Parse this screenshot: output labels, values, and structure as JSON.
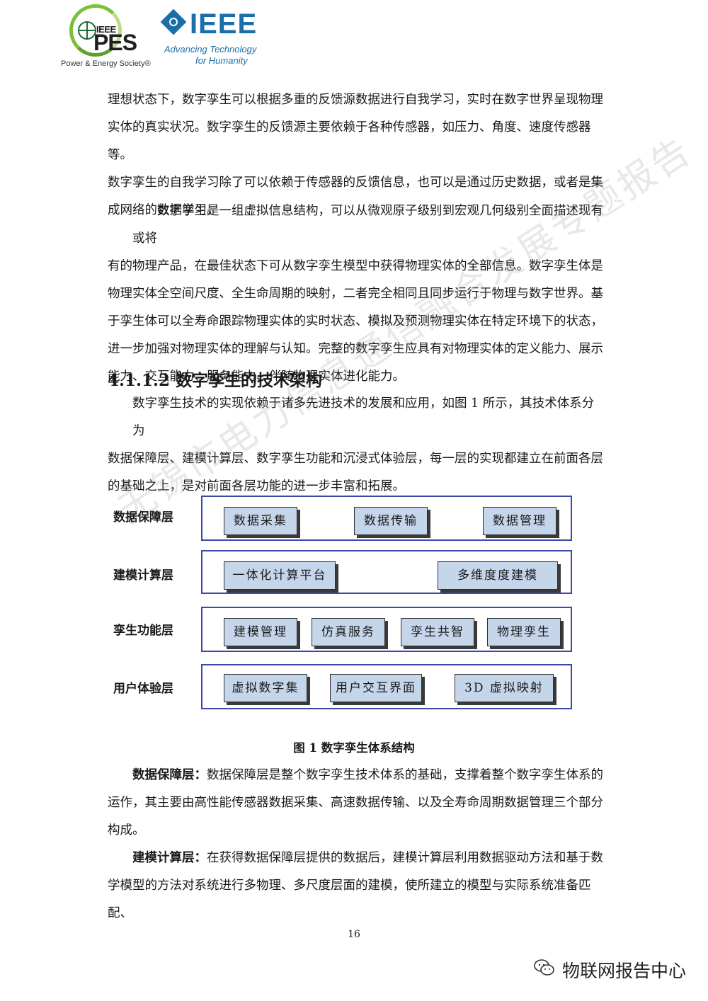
{
  "header": {
    "pes_logo": {
      "ieee_text": "IEEE",
      "pes_text": "PES",
      "society": "Power & Energy Society®"
    },
    "ieee_logo": {
      "word": "IEEE",
      "tagline_line1": "Advancing Technology",
      "tagline_line2": "for Humanity"
    }
  },
  "paragraphs": {
    "p1_lines": [
      "理想状态下，数字孪生可以根据多重的反馈源数据进行自我学习，实时在数字世界呈现物理",
      "实体的真实状况。数字孪生的反馈源主要依赖于各种传感器，如压力、角度、速度传感器等。",
      "数字孪生的自我学习除了可以依赖于传感器的反馈信息，也可以是通过历史数据，或者是集",
      "成网络的数据学习。"
    ],
    "p2_lines": [
      "数字孪生是一组虚拟信息结构，可以从微观原子级别到宏观几何级别全面描述现有或将",
      "有的物理产品，在最佳状态下可从数字孪生模型中获得物理实体的全部信息。数字孪生体是",
      "物理实体全空间尺度、全生命周期的映射，二者完全相同且同步运行于物理与数字世界。基",
      "于孪生体可以全寿命跟踪物理实体的实时状态、模拟及预测物理实体在特定环境下的状态，",
      "进一步加强对物理实体的理解与认知。完整的数字孪生应具有对物理实体的定义能力、展示",
      "能力、交互能力、服务能力、伴随物理实体进化能力。"
    ]
  },
  "section_heading": "4.1.1.2 数字孪生的技术架构",
  "intro_lines": [
    "数字孪生技术的实现依赖于诸多先进技术的发展和应用，如图 1 所示，其技术体系分为",
    "数据保障层、建模计算层、数字孪生功能和沉浸式体验层，每一层的实现都建立在前面各层",
    "的基础之上，是对前面各层功能的进一步丰富和拓展。"
  ],
  "diagram": {
    "layers": [
      {
        "label": "数据保障层",
        "items": [
          "数据采集",
          "数据传输",
          "数据管理"
        ]
      },
      {
        "label": "建模计算层",
        "items": [
          "一体化计算平台",
          "多维度度建模"
        ]
      },
      {
        "label": "孪生功能层",
        "items": [
          "建模管理",
          "仿真服务",
          "孪生共智",
          "物理孪生"
        ]
      },
      {
        "label": "用户体验层",
        "items": [
          "虚拟数字集",
          "用户交互界面",
          "3D 虚拟映射"
        ]
      }
    ],
    "caption": "图 1  数字孪生体系结构"
  },
  "descriptions": {
    "data_layer_term": "数据保障层：",
    "data_layer_lines": [
      "数据保障层是整个数字孪生技术体系的基础，支撑着整个数字孪生体系的",
      "运作，其主要由高性能传感器数据采集、高速数据传输、以及全寿命周期数据管理三个部分",
      "构成。"
    ],
    "model_layer_term": "建模计算层：",
    "model_layer_lines": [
      "在获得数据保障层提供的数据后，建模计算层利用数据驱动方法和基于数",
      "学模型的方法对系统进行多物理、多尺度层面的建模，使所建立的模型与实际系统准备匹配、"
    ]
  },
  "watermark": "无锡市电力信息通信融合发展专题报告",
  "page_number": "16",
  "wechat_source": "物联网报告中心",
  "colors": {
    "layer_border": "#3d49a8",
    "item_fill": "#c5d5ea",
    "ieee_blue": "#1b6fa8",
    "pes_green": "#7bbf3a"
  }
}
